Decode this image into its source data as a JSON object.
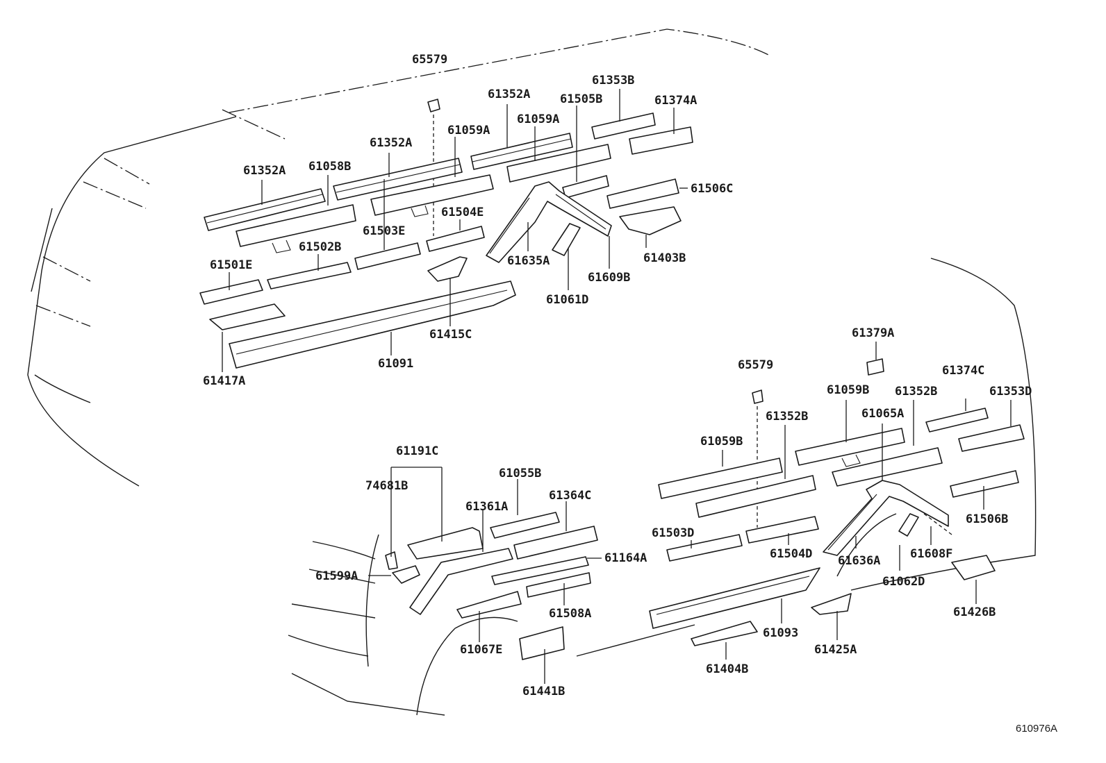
{
  "diagram_id": "610976A",
  "callouts": [
    {
      "id": "c01",
      "label": "65579"
    },
    {
      "id": "c02",
      "label": "61352A"
    },
    {
      "id": "c03",
      "label": "61353B"
    },
    {
      "id": "c04",
      "label": "61505B"
    },
    {
      "id": "c05",
      "label": "61374A"
    },
    {
      "id": "c06",
      "label": "61059A"
    },
    {
      "id": "c07",
      "label": "61059A"
    },
    {
      "id": "c08",
      "label": "61352A"
    },
    {
      "id": "c09",
      "label": "61352A"
    },
    {
      "id": "c10",
      "label": "61058B"
    },
    {
      "id": "c11",
      "label": "61506C"
    },
    {
      "id": "c12",
      "label": "61504E"
    },
    {
      "id": "c13",
      "label": "61503E"
    },
    {
      "id": "c14",
      "label": "61502B"
    },
    {
      "id": "c15",
      "label": "61501E"
    },
    {
      "id": "c16",
      "label": "61635A"
    },
    {
      "id": "c17",
      "label": "61403B"
    },
    {
      "id": "c18",
      "label": "61609B"
    },
    {
      "id": "c19",
      "label": "61061D"
    },
    {
      "id": "c20",
      "label": "61415C"
    },
    {
      "id": "c21",
      "label": "61091"
    },
    {
      "id": "c22",
      "label": "61417A"
    },
    {
      "id": "c23",
      "label": "61379A"
    },
    {
      "id": "c24",
      "label": "65579"
    },
    {
      "id": "c25",
      "label": "61374C"
    },
    {
      "id": "c26",
      "label": "61059B"
    },
    {
      "id": "c27",
      "label": "61352B"
    },
    {
      "id": "c28",
      "label": "61353D"
    },
    {
      "id": "c29",
      "label": "61065A"
    },
    {
      "id": "c30",
      "label": "61352B"
    },
    {
      "id": "c31",
      "label": "61059B"
    },
    {
      "id": "c32",
      "label": "61191C"
    },
    {
      "id": "c33",
      "label": "74681B"
    },
    {
      "id": "c34",
      "label": "61055B"
    },
    {
      "id": "c35",
      "label": "61361A"
    },
    {
      "id": "c36",
      "label": "61364C"
    },
    {
      "id": "c37",
      "label": "61506B"
    },
    {
      "id": "c38",
      "label": "61503D"
    },
    {
      "id": "c39",
      "label": "61504D"
    },
    {
      "id": "c40",
      "label": "61636A"
    },
    {
      "id": "c41",
      "label": "61608F"
    },
    {
      "id": "c42",
      "label": "61164A"
    },
    {
      "id": "c43",
      "label": "61599A"
    },
    {
      "id": "c44",
      "label": "61062D"
    },
    {
      "id": "c45",
      "label": "61508A"
    },
    {
      "id": "c46",
      "label": "61426B"
    },
    {
      "id": "c47",
      "label": "61093"
    },
    {
      "id": "c48",
      "label": "61067E"
    },
    {
      "id": "c49",
      "label": "61425A"
    },
    {
      "id": "c50",
      "label": "61404B"
    },
    {
      "id": "c51",
      "label": "61441B"
    }
  ]
}
